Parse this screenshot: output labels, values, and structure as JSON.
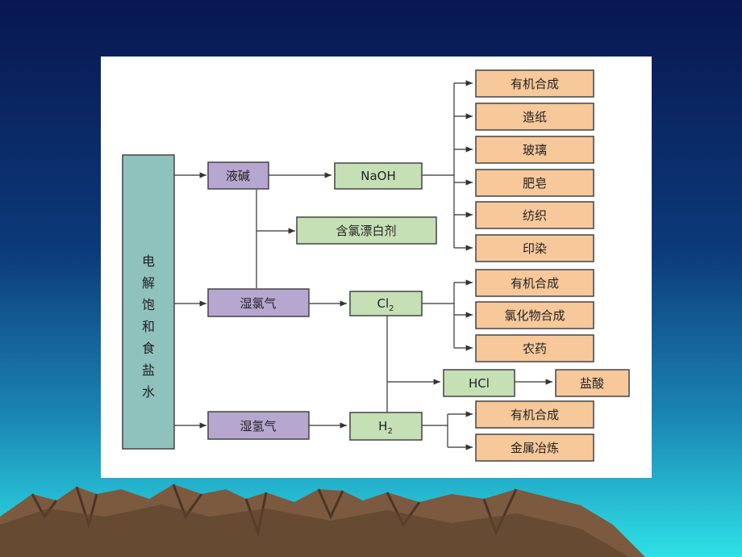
{
  "source": {
    "label": "电解饱和食盐水"
  },
  "nodes": {
    "liquid_caustic": "液碱",
    "naoh": "NaOH",
    "bleach": "含氯漂白剂",
    "wet_chlorine": "湿氯气",
    "cl2": {
      "base": "Cl",
      "sub": "2"
    },
    "hcl": "HCl",
    "hydrochloric_acid": "盐酸",
    "wet_hydrogen": "湿氢气",
    "h2": {
      "base": "H",
      "sub": "2"
    }
  },
  "naoh_uses": [
    "有机合成",
    "造纸",
    "玻璃",
    "肥皂",
    "纺织",
    "印染"
  ],
  "cl2_uses": [
    "有机合成",
    "氯化物合成",
    "农药"
  ],
  "h2_uses": [
    "有机合成",
    "金属冶炼"
  ],
  "colors": {
    "source_fill": "#8fc2bd",
    "intermediate_fill": "#b5a7cf",
    "product_fill": "#c6e0b6",
    "use_fill": "#f6c89a",
    "sky_top": "#0a1a50",
    "sky_bottom": "#25c7e0",
    "mountain": "#7a5a3e"
  }
}
